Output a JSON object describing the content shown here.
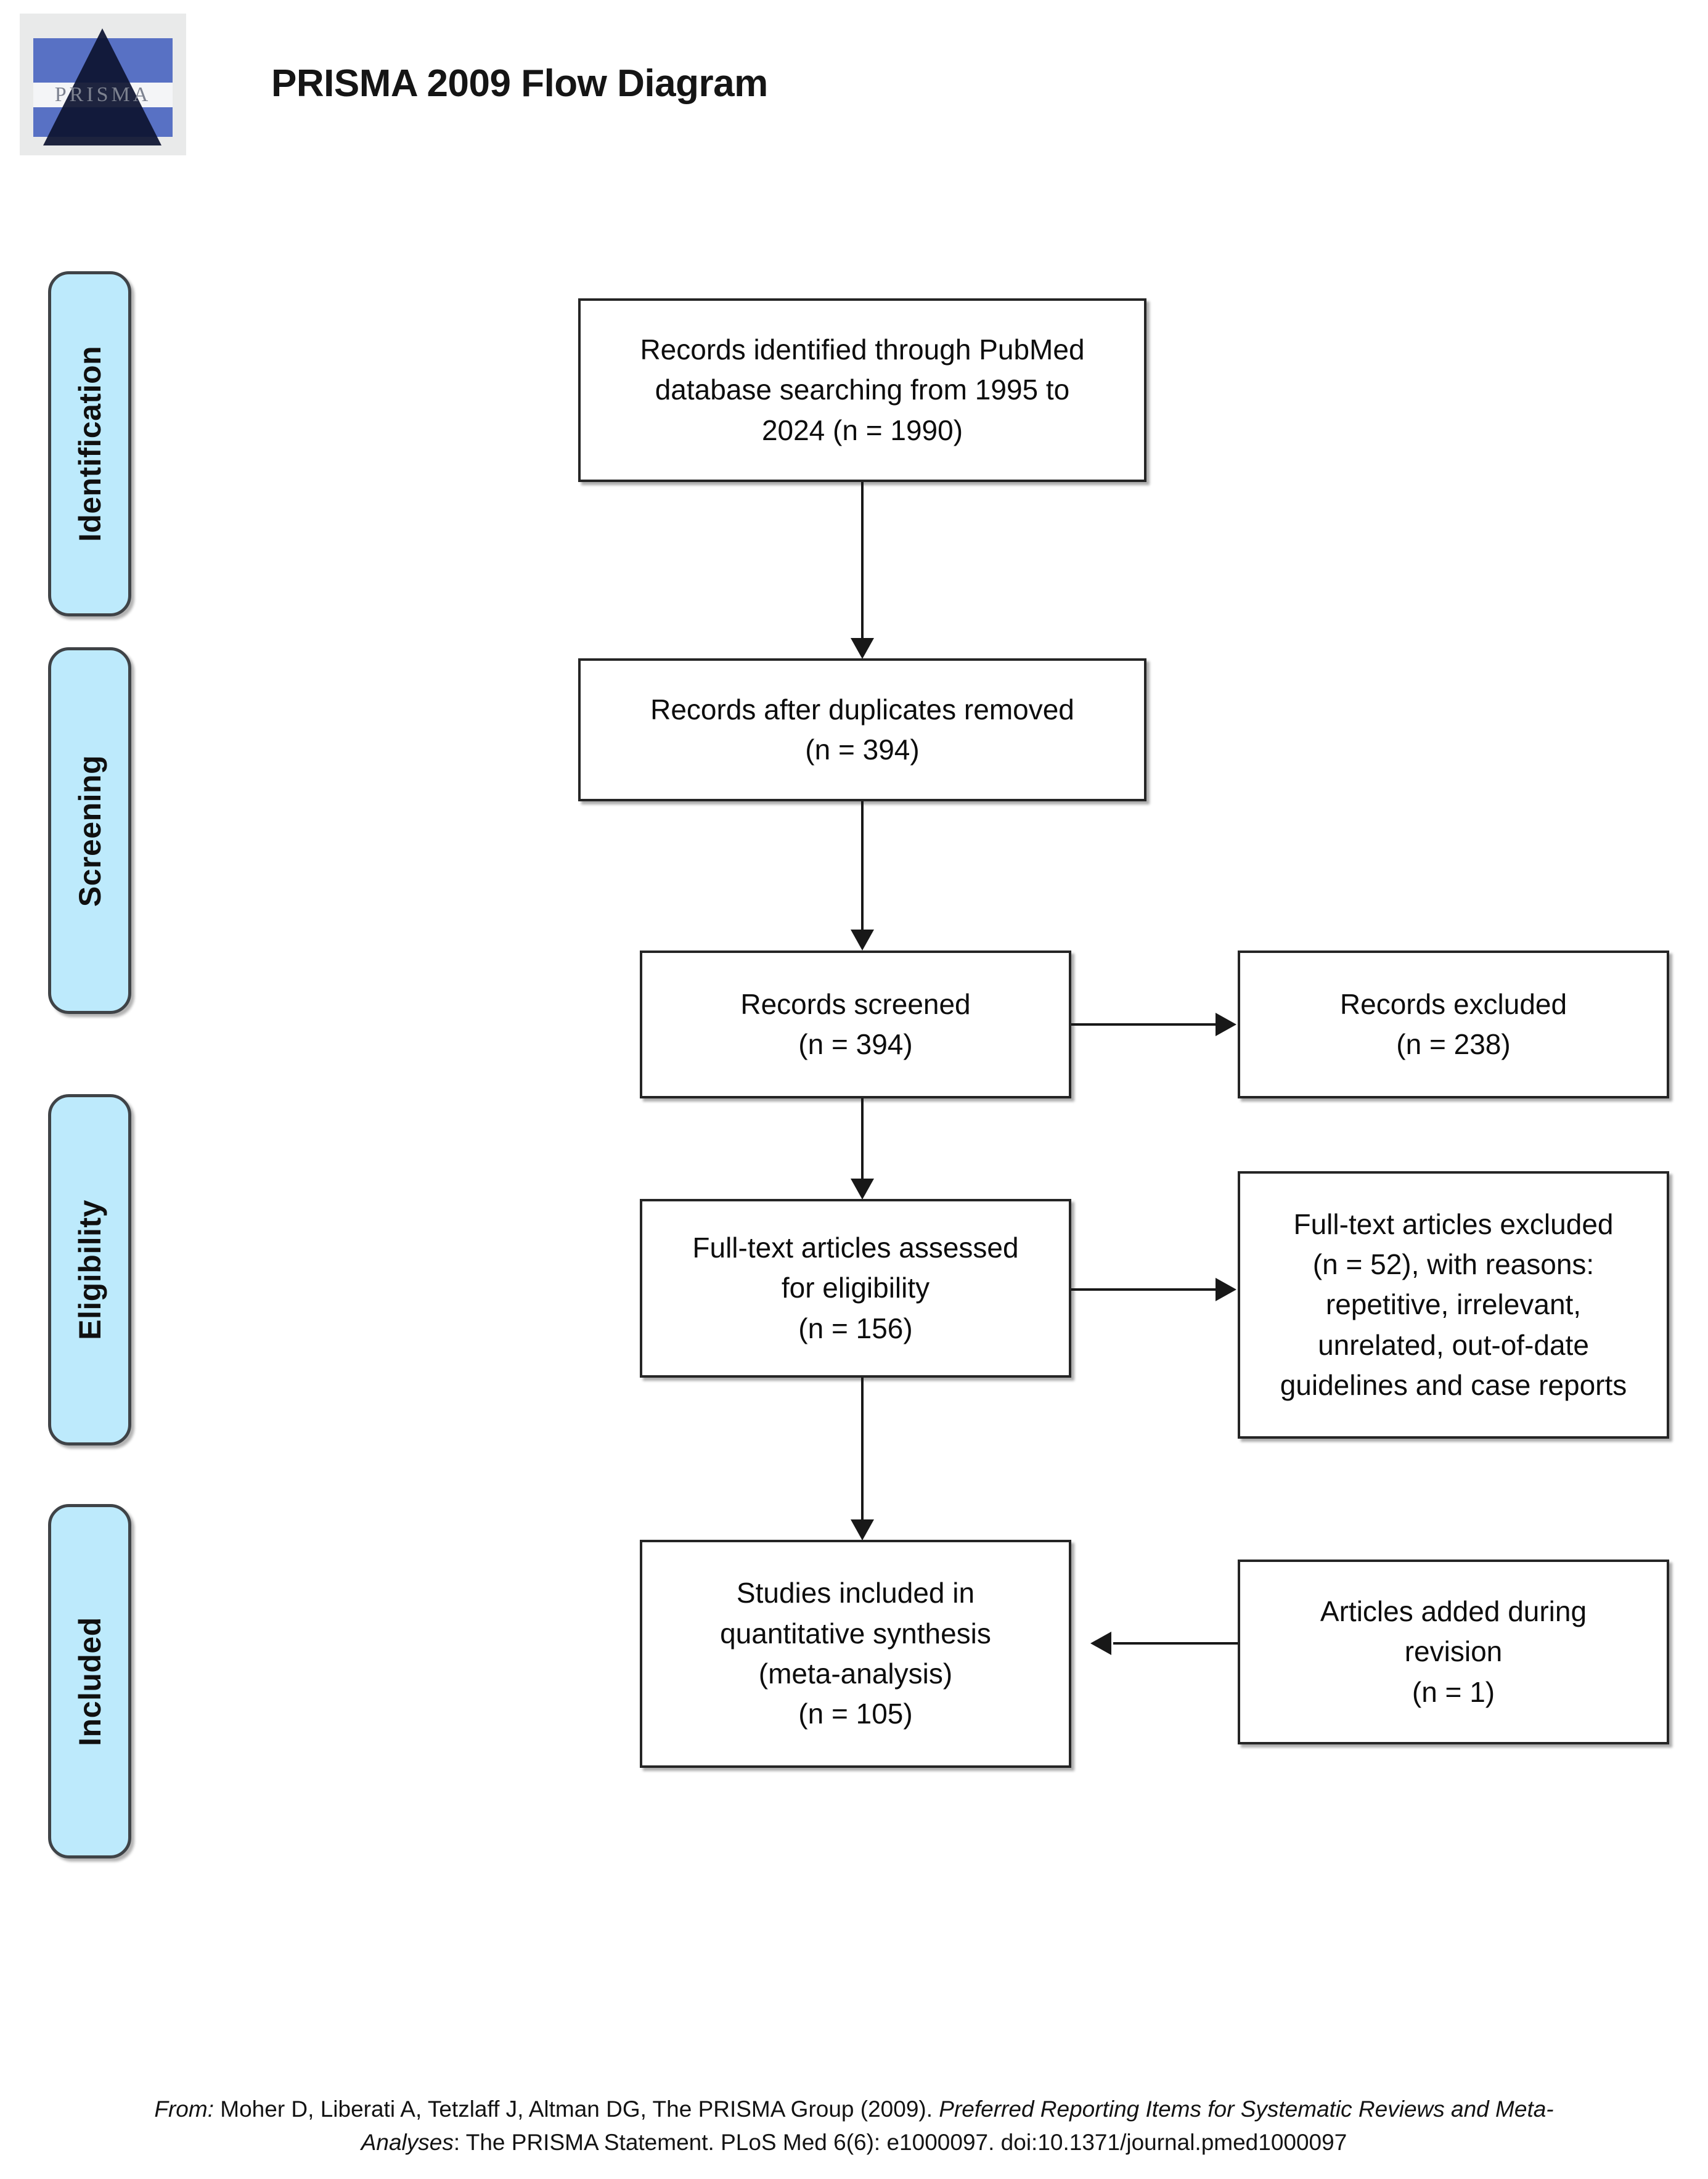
{
  "header": {
    "title": "PRISMA 2009 Flow Diagram",
    "logo_word": "PRISMA",
    "logo_name": "prisma-logo"
  },
  "stages": [
    {
      "label": "Identification"
    },
    {
      "label": "Screening"
    },
    {
      "label": "Eligibility"
    },
    {
      "label": "Included"
    }
  ],
  "boxes": {
    "identified": "Records identified through PubMed\ndatabase searching from 1995 to\n2024 (n = 1990)",
    "after_duplicates": "Records after duplicates removed\n(n = 394)",
    "screened": "Records screened\n(n = 394)",
    "records_excluded": "Records excluded\n(n = 238)",
    "fulltext_assessed": "Full-text articles assessed\nfor eligibility\n(n = 156)",
    "fulltext_excluded": "Full-text articles excluded\n(n = 52), with reasons:\nrepetitive, irrelevant,\nunrelated, out-of-date\nguidelines and case reports",
    "included_studies": "Studies included in\nquantitative synthesis\n(meta-analysis)\n(n = 105)",
    "added_during_revision": "Articles added during\nrevision\n(n = 1)"
  },
  "counts": {
    "identified_n": 1990,
    "after_duplicates_n": 394,
    "screened_n": 394,
    "records_excluded_n": 238,
    "fulltext_assessed_n": 156,
    "fulltext_excluded_n": 52,
    "included_studies_n": 105,
    "added_during_revision_n": 1,
    "search_year_from": 1995,
    "search_year_to": 2024,
    "database": "PubMed"
  },
  "footer": {
    "line1_prefix": "From:",
    "line1_authors": "  Moher D, Liberati A, Tetzlaff J, Altman DG, The PRISMA Group (2009). ",
    "line1_italic": "Preferred Reporting Items for Systematic Reviews and Meta-",
    "line2_italic": "Analyses",
    "line2_rest": ": The PRISMA Statement. PLoS Med 6(6): e1000097. doi:10.1371/journal.pmed1000097"
  },
  "colors": {
    "stage_fill": "#bdeafc",
    "stage_border": "#3f4347",
    "box_border": "#252525",
    "line": "#181818",
    "logo_blue": "#5871c4"
  }
}
